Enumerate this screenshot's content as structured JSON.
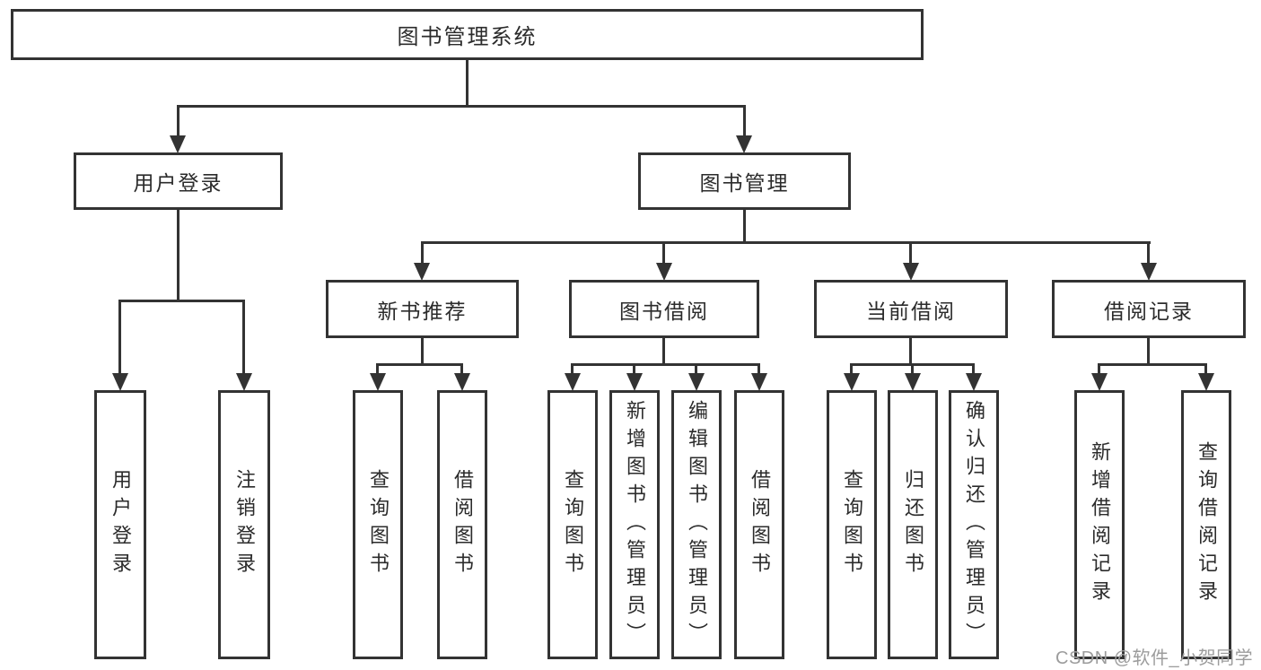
{
  "diagram": {
    "type": "functional-structure-tree",
    "tree": {
      "图书管理系统": {
        "用户登录": [
          "用户登录",
          "注销登录"
        ],
        "图书管理": {
          "新书推荐": [
            "查询图书",
            "借阅图书"
          ],
          "图书借阅": [
            "查询图书",
            "新增图书（管理员）",
            "编辑图书（管理员）",
            "借阅图书"
          ],
          "当前借阅": [
            "查询图书",
            "归还图书",
            "确认归还（管理员）"
          ],
          "借阅记录": [
            "新增借阅记录",
            "查询借阅记录"
          ]
        }
      }
    }
  },
  "nodes": {
    "root": {
      "label": "图书管理系统"
    },
    "user_login": {
      "label": "用户登录"
    },
    "book_management": {
      "label": "图书管理"
    },
    "new_book_recommend": {
      "label": "新书推荐"
    },
    "book_borrowing": {
      "label": "图书借阅"
    },
    "current_borrowing": {
      "label": "当前借阅"
    },
    "borrowing_records": {
      "label": "借阅记录"
    },
    "user_login_leaf": {
      "label": "用户登录"
    },
    "logout_leaf": {
      "label": "注销登录"
    },
    "query_books_recommend": {
      "label": "查询图书"
    },
    "borrow_books_recommend": {
      "label": "借阅图书"
    },
    "query_books_borrowing": {
      "label": "查询图书"
    },
    "add_books_admin": {
      "label": "新增图书（管理员）"
    },
    "edit_books_admin": {
      "label": "编辑图书（管理员）"
    },
    "borrow_books_borrowing": {
      "label": "借阅图书"
    },
    "query_books_current": {
      "label": "查询图书"
    },
    "return_books": {
      "label": "归还图书"
    },
    "confirm_return_admin": {
      "label": "确认归还（管理员）"
    },
    "add_borrow_record": {
      "label": "新增借阅记录"
    },
    "query_borrow_record": {
      "label": "查询借阅记录"
    }
  },
  "watermark": {
    "text": "CSDN @软件_小贺同学",
    "color": "#9c9c9c"
  },
  "colors": {
    "line": "#333333",
    "box_border": "#333333",
    "text": "#2b2b2b",
    "background": "#ffffff"
  }
}
